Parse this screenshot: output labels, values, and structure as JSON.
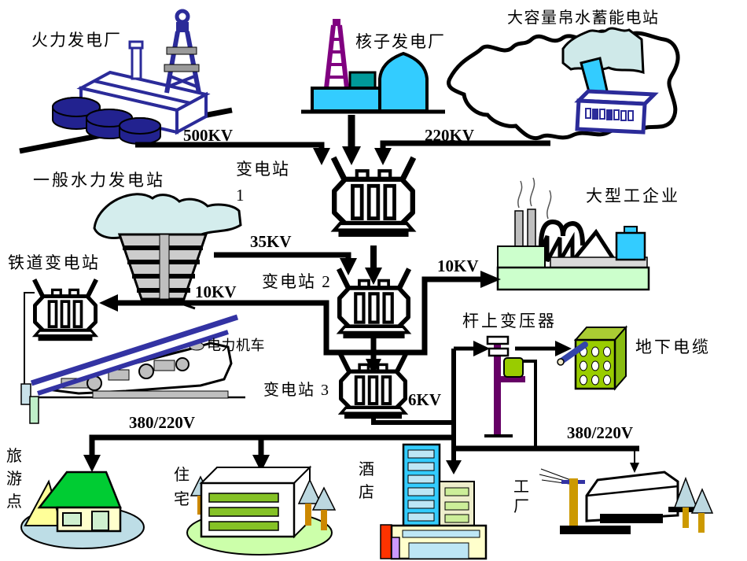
{
  "diagram": {
    "generators": {
      "thermal": "火力发电厂",
      "nuclear": "核子发电厂",
      "pumped_storage": "大容量帛水蓄能电站",
      "hydro": "一般水力发电站"
    },
    "substations": {
      "sub1": "变电站\n1",
      "sub2": "变电站 2",
      "sub3": "变电站 3",
      "railway": "铁道变电站",
      "pole_transformer": "杆上变压器"
    },
    "lines": {
      "v500": "500KV",
      "v220": "220KV",
      "v35": "35KV",
      "v10_rail": "10KV",
      "v10_industry": "10KV",
      "v6": "6KV",
      "v380_left": "380/220V",
      "v380_right": "380/220V"
    },
    "loads": {
      "industry": "大型工企业",
      "locomotive": "电力机车",
      "underground_cable": "地下电缆",
      "tourist_spot": "旅游点",
      "residence": "住宅",
      "hotel": "酒店",
      "factory": "工厂"
    },
    "colors": {
      "line_black": "#000000",
      "plant_navy": "#2B2B99",
      "tower_purple": "#800080",
      "cyan": "#33CCFF",
      "teal": "#009999",
      "mountain_cyan": "#D4EDED",
      "light_green": "#CCFFCC",
      "lime_green": "#99CC00",
      "roof_green": "#00CC33",
      "pole_purple": "#660066",
      "catenary_blue": "#3333A3",
      "gold": "#CC9900",
      "red": "#FF3300",
      "lavender": "#CC99FF",
      "cream": "#FFFFCC",
      "sky_blue": "#BDE6F5"
    }
  }
}
